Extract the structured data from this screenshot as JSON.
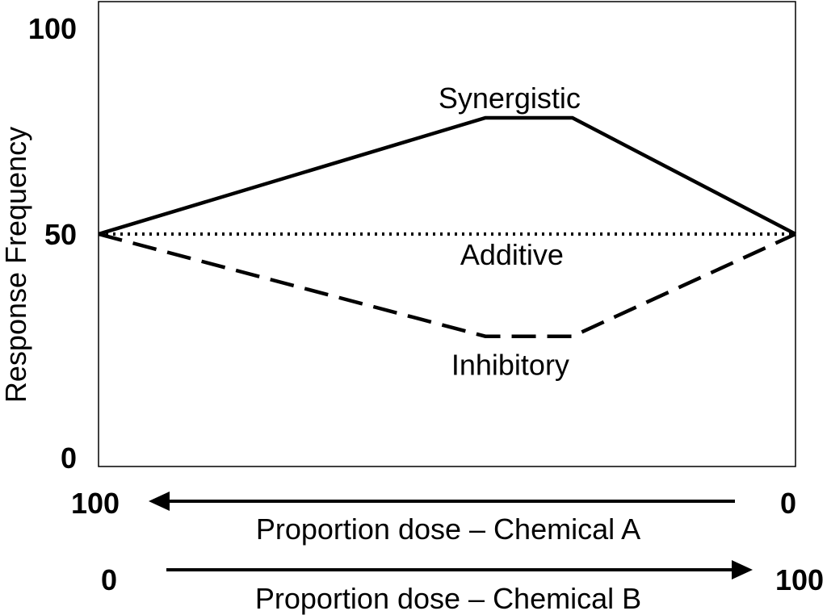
{
  "chart_data": {
    "type": "line",
    "title": "",
    "ylabel": "Response Frequency",
    "ylim": [
      0,
      100
    ],
    "yticks": [
      "100",
      "50",
      "0"
    ],
    "xlim": [
      0,
      100
    ],
    "x": [
      0,
      55.5,
      68,
      100
    ],
    "series": [
      {
        "name": "Synergistic",
        "style": "solid",
        "values": [
          50,
          75,
          75,
          50
        ]
      },
      {
        "name": "Additive",
        "style": "dotted",
        "values": [
          50,
          50,
          50,
          50
        ]
      },
      {
        "name": "Inhibitory",
        "style": "dashed",
        "values": [
          50,
          28,
          28,
          50
        ]
      }
    ],
    "dose_axes": [
      {
        "label": "Proportion dose – Chemical A",
        "left_value": "100",
        "right_value": "0",
        "arrow_direction": "left"
      },
      {
        "label": "Proportion dose – Chemical B",
        "left_value": "0",
        "right_value": "100",
        "arrow_direction": "right"
      }
    ],
    "grid": false,
    "legend": "none"
  }
}
